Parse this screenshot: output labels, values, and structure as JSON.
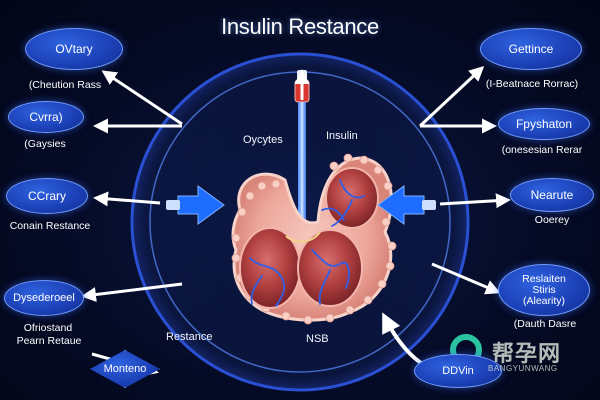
{
  "title": "Insulin Restance",
  "left": {
    "node1": "OVtary",
    "label1": "(Cheution Rass",
    "node2": "Cvrra)",
    "label2": "(Gaysies",
    "node3": "CCrary",
    "label3": "Conain Restance",
    "node4": "Dysederoeel",
    "label4a": "Ofriostand",
    "label4b": "Pearn Retaue"
  },
  "right": {
    "node1": "Gettince",
    "label1": "(I-Beatnace Rorrac)",
    "node2": "Fpyshaton",
    "label2": "(onesesian Rerar",
    "node3": "Nearute",
    "label3": "Ooerey",
    "node4a": "Reslaiten",
    "node4b": "Stiris",
    "node4c": "(Alearity)",
    "label4": "(Dauth Dasre"
  },
  "center": {
    "oocytes": "Oycytes",
    "insulin": "Insulin",
    "nsb": "NSB",
    "restance": "Restance"
  },
  "bottom": {
    "left_node": "Monteno",
    "right_node": "DDVin"
  },
  "watermark": {
    "main": "帮孕网",
    "sub": "BANGYUNWANG"
  },
  "colors": {
    "node_blue": "#1b3fb5",
    "ring_blue": "#3d6bff",
    "arrow_blue": "#1f6dff",
    "tissue_pink": "#f0a9a0",
    "tissue_red": "#a8323a",
    "needle_red": "#d9362f"
  }
}
